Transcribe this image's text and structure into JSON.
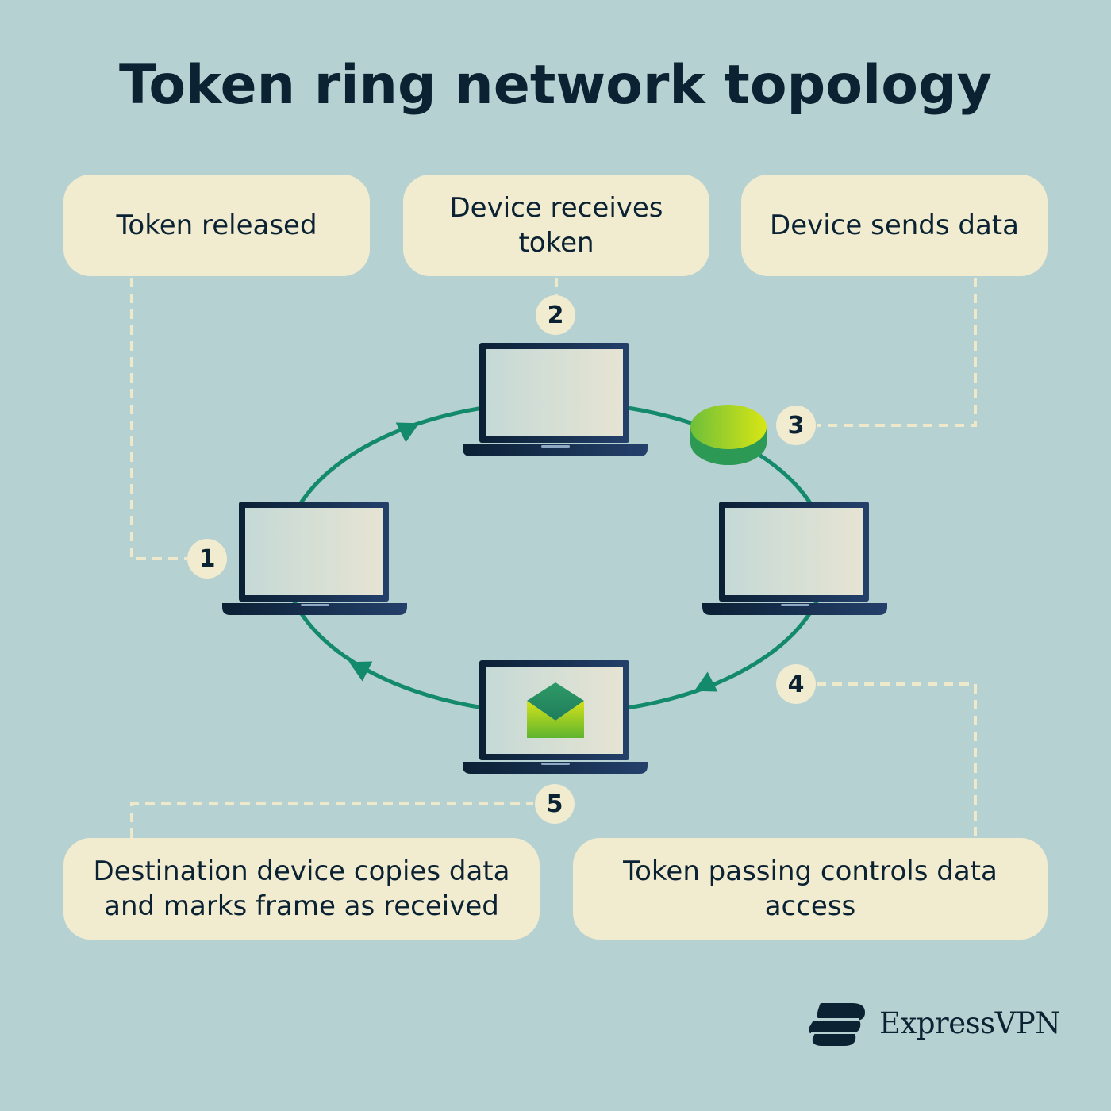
{
  "title": "Token ring network topology",
  "steps": [
    {
      "number": "1",
      "label": "Token released"
    },
    {
      "number": "2",
      "label": "Device receives token"
    },
    {
      "number": "3",
      "label": "Device sends data"
    },
    {
      "number": "4",
      "label": "Token passing controls data access"
    },
    {
      "number": "5",
      "label": "Destination device copies data and marks frame as received"
    }
  ],
  "brand": {
    "name": "ExpressVPN"
  },
  "colors": {
    "background": "#b6d1d1",
    "box": "#f1ebd0",
    "text": "#0b2233",
    "ring": "#138a6b",
    "laptop": "#0e2a45",
    "token": "#9ccf2e",
    "connector": "#efe9cc"
  },
  "icons": {
    "devices": "laptop-icon",
    "token": "token-disc-icon",
    "data": "envelope-icon",
    "logo": "expressvpn-logo-icon"
  }
}
